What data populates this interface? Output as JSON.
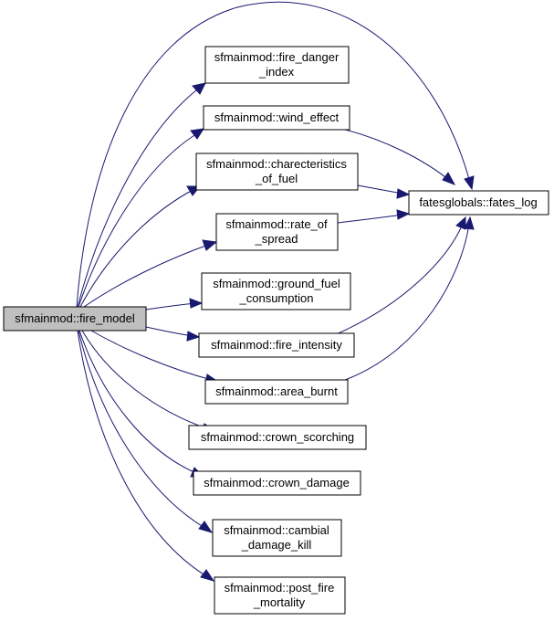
{
  "colors": {
    "edge": "#191970",
    "node_fill": "#ffffff",
    "root_fill": "#bfbfbf",
    "border": "#000000"
  },
  "nodes": {
    "fire_model": {
      "lines": [
        "sfmainmod::fire_model"
      ]
    },
    "fire_danger_index": {
      "lines": [
        "sfmainmod::fire_danger",
        "_index"
      ]
    },
    "wind_effect": {
      "lines": [
        "sfmainmod::wind_effect"
      ]
    },
    "charecteristics_of_fuel": {
      "lines": [
        "sfmainmod::charecteristics",
        "_of_fuel"
      ]
    },
    "rate_of_spread": {
      "lines": [
        "sfmainmod::rate_of",
        "_spread"
      ]
    },
    "ground_fuel_consumption": {
      "lines": [
        "sfmainmod::ground_fuel",
        "_consumption"
      ]
    },
    "fire_intensity": {
      "lines": [
        "sfmainmod::fire_intensity"
      ]
    },
    "area_burnt": {
      "lines": [
        "sfmainmod::area_burnt"
      ]
    },
    "crown_scorching": {
      "lines": [
        "sfmainmod::crown_scorching"
      ]
    },
    "crown_damage": {
      "lines": [
        "sfmainmod::crown_damage"
      ]
    },
    "cambial_damage_kill": {
      "lines": [
        "sfmainmod::cambial",
        "_damage_kill"
      ]
    },
    "post_fire_mortality": {
      "lines": [
        "sfmainmod::post_fire",
        "_mortality"
      ]
    },
    "fates_log": {
      "lines": [
        "fatesglobals::fates_log"
      ]
    }
  },
  "edges": [
    {
      "from": "fire_model",
      "to": "fire_danger_index"
    },
    {
      "from": "fire_model",
      "to": "wind_effect"
    },
    {
      "from": "fire_model",
      "to": "charecteristics_of_fuel"
    },
    {
      "from": "fire_model",
      "to": "rate_of_spread"
    },
    {
      "from": "fire_model",
      "to": "ground_fuel_consumption"
    },
    {
      "from": "fire_model",
      "to": "fire_intensity"
    },
    {
      "from": "fire_model",
      "to": "area_burnt"
    },
    {
      "from": "fire_model",
      "to": "crown_scorching"
    },
    {
      "from": "fire_model",
      "to": "crown_damage"
    },
    {
      "from": "fire_model",
      "to": "cambial_damage_kill"
    },
    {
      "from": "fire_model",
      "to": "post_fire_mortality"
    },
    {
      "from": "fire_model",
      "to": "fates_log"
    },
    {
      "from": "wind_effect",
      "to": "fates_log"
    },
    {
      "from": "charecteristics_of_fuel",
      "to": "fates_log"
    },
    {
      "from": "rate_of_spread",
      "to": "fates_log"
    },
    {
      "from": "fire_intensity",
      "to": "fates_log"
    },
    {
      "from": "area_burnt",
      "to": "fates_log"
    }
  ]
}
